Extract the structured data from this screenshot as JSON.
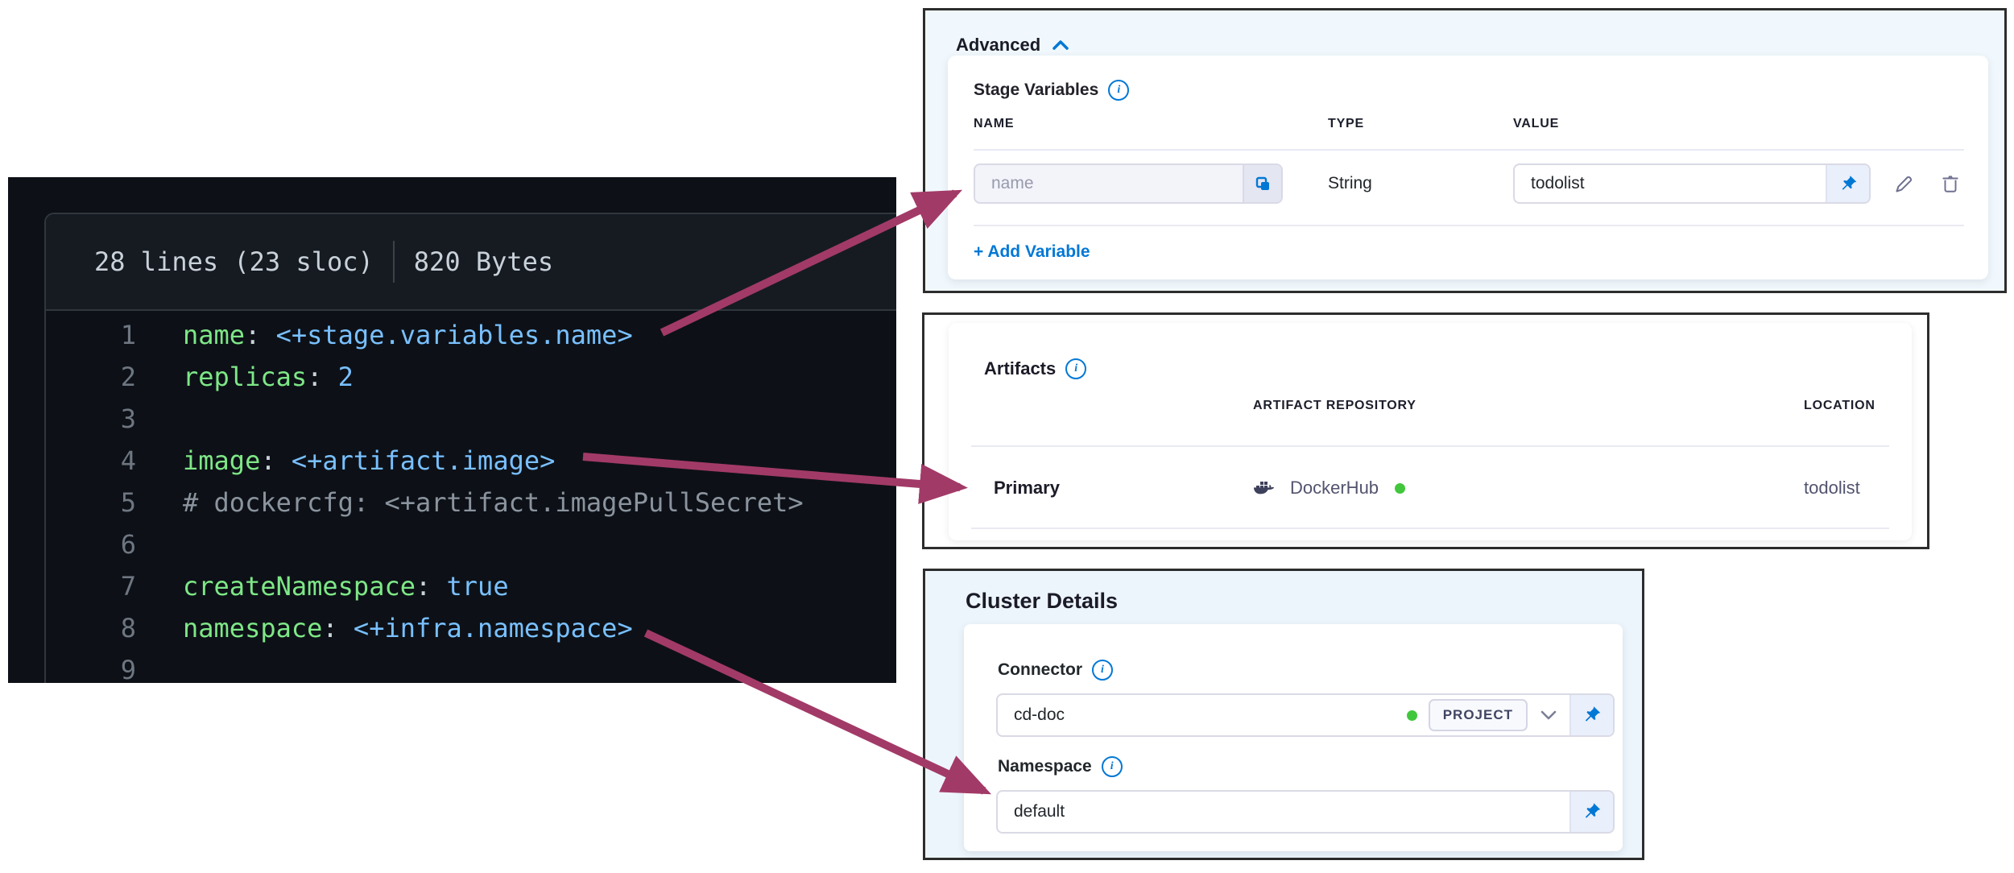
{
  "code_viewer": {
    "stats_left": "28 lines (23 sloc)",
    "stats_right": "820 Bytes",
    "lines": [
      {
        "n": "1",
        "seg": [
          [
            "name",
            "k"
          ],
          [
            ":",
            "p"
          ],
          [
            " <+stage.variables.name>",
            "v"
          ]
        ]
      },
      {
        "n": "2",
        "seg": [
          [
            "replicas",
            "k"
          ],
          [
            ":",
            "p"
          ],
          [
            " 2",
            "v"
          ]
        ]
      },
      {
        "n": "3",
        "seg": []
      },
      {
        "n": "4",
        "seg": [
          [
            "image",
            "k"
          ],
          [
            ":",
            "p"
          ],
          [
            " <+artifact.image>",
            "v"
          ]
        ]
      },
      {
        "n": "5",
        "seg": [
          [
            "# dockercfg: <+artifact.imagePullSecret>",
            "c"
          ]
        ]
      },
      {
        "n": "6",
        "seg": []
      },
      {
        "n": "7",
        "seg": [
          [
            "createNamespace",
            "k"
          ],
          [
            ":",
            "p"
          ],
          [
            " true",
            "v"
          ]
        ]
      },
      {
        "n": "8",
        "seg": [
          [
            "namespace",
            "k"
          ],
          [
            ":",
            "p"
          ],
          [
            " <+infra.namespace>",
            "v"
          ]
        ]
      },
      {
        "n": "9",
        "seg": []
      }
    ]
  },
  "advanced": {
    "title": "Advanced",
    "section_title": "Stage Variables",
    "columns": [
      "NAME",
      "TYPE",
      "VALUE"
    ],
    "row": {
      "name_placeholder": "name",
      "type": "String",
      "value": "todolist"
    },
    "add_variable_label": "+ Add Variable"
  },
  "artifacts": {
    "title": "Artifacts",
    "columns": [
      "ARTIFACT REPOSITORY",
      "LOCATION"
    ],
    "row": {
      "label": "Primary",
      "repository": "DockerHub",
      "location": "todolist"
    }
  },
  "cluster": {
    "title": "Cluster Details",
    "connector_label": "Connector",
    "connector_value": "cd-doc",
    "connector_scope": "PROJECT",
    "namespace_label": "Namespace",
    "namespace_value": "default"
  },
  "colors": {
    "accent_blue": "#0278d5",
    "arrow_magenta": "#a23a67",
    "status_green": "#42c73c",
    "code_key_green": "#7ee787",
    "code_value_blue": "#79c0ff",
    "code_comment_gray": "#8b949e",
    "code_bg": "#0d1117"
  }
}
